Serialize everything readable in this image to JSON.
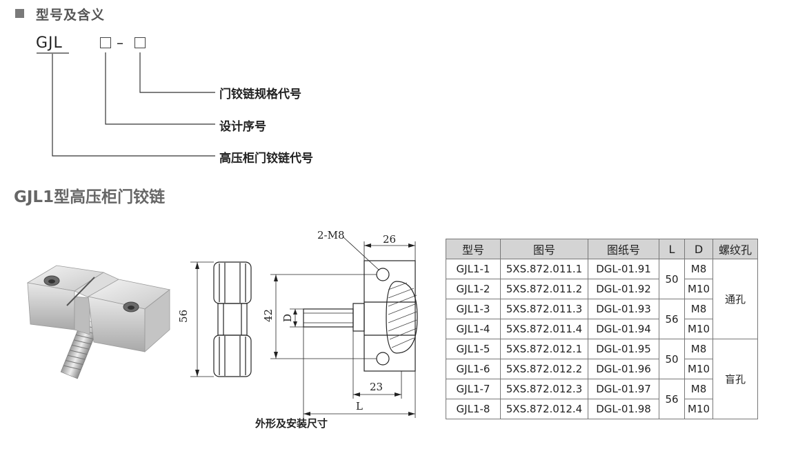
{
  "section": {
    "title": "型号及含义",
    "prefix": "GJL",
    "dash": "–",
    "legends": [
      "门铰链规格代号",
      "设计序号",
      "高压柜门铰链代号"
    ]
  },
  "product": {
    "title": "GJL1型高压柜门铰链"
  },
  "drawing": {
    "caption": "外形及安装尺寸",
    "dim_56": "56",
    "dim_42": "42",
    "dim_d": "D",
    "dim_2m8": "2-M8",
    "dim_26": "26",
    "dim_23": "23",
    "dim_l": "L"
  },
  "table": {
    "headers": [
      "型号",
      "图号",
      "图纸号",
      "L",
      "D",
      "螺纹孔"
    ],
    "rows": [
      {
        "model": "GJL1-1",
        "drawing_no": "5XS.872.011.1",
        "paper_no": "DGL-01.91",
        "D": "M8"
      },
      {
        "model": "GJL1-2",
        "drawing_no": "5XS.872.011.2",
        "paper_no": "DGL-01.92",
        "D": "M10"
      },
      {
        "model": "GJL1-3",
        "drawing_no": "5XS.872.011.3",
        "paper_no": "DGL-01.93",
        "D": "M8"
      },
      {
        "model": "GJL1-4",
        "drawing_no": "5XS.872.011.4",
        "paper_no": "DGL-01.94",
        "D": "M10"
      },
      {
        "model": "GJL1-5",
        "drawing_no": "5XS.872.012.1",
        "paper_no": "DGL-01.95",
        "D": "M8"
      },
      {
        "model": "GJL1-6",
        "drawing_no": "5XS.872.012.2",
        "paper_no": "DGL-01.96",
        "D": "M10"
      },
      {
        "model": "GJL1-7",
        "drawing_no": "5XS.872.012.3",
        "paper_no": "DGL-01.97",
        "D": "M8"
      },
      {
        "model": "GJL1-8",
        "drawing_no": "5XS.872.012.4",
        "paper_no": "DGL-01.98",
        "D": "M10"
      }
    ],
    "L_values": [
      "50",
      "56",
      "50",
      "56"
    ],
    "thread_values": [
      "通孔",
      "盲孔"
    ]
  }
}
